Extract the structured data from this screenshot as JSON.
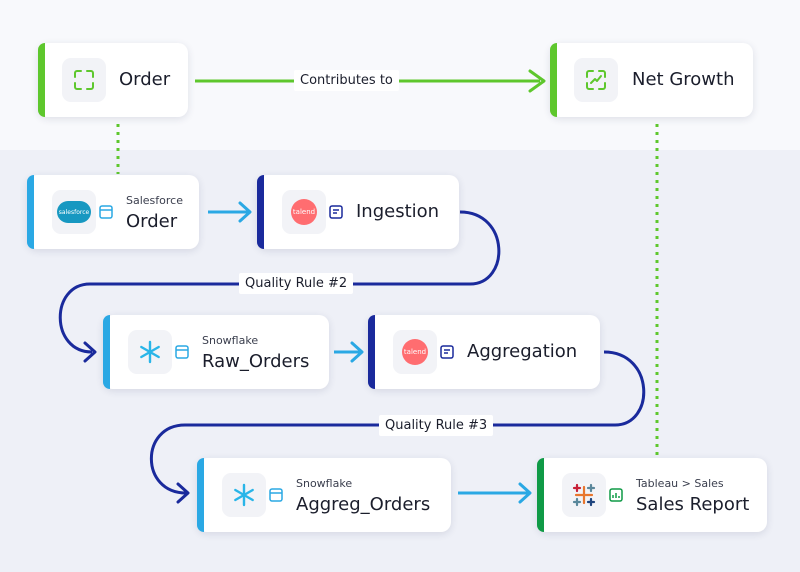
{
  "colors": {
    "green": "#5ec72d",
    "blue": "#2aa8e4",
    "navy": "#1a2a9c",
    "dark_green": "#0f9a46",
    "talend": "#ff6d70",
    "salesforce": "#1798c1"
  },
  "nodes": {
    "order_metric": {
      "title": "Order",
      "icon": "metric-bracket-icon"
    },
    "net_growth": {
      "title": "Net Growth",
      "icon": "growth-line-icon"
    },
    "salesforce_order": {
      "subtitle": "Salesforce",
      "title": "Order",
      "icon": "salesforce-icon",
      "icon_label": "salesforce"
    },
    "ingestion": {
      "title": "Ingestion",
      "icon": "talend-icon",
      "icon_label": "talend"
    },
    "raw_orders": {
      "subtitle": "Snowflake",
      "title": "Raw_Orders",
      "icon": "snowflake-icon"
    },
    "aggregation": {
      "title": "Aggregation",
      "icon": "talend-icon",
      "icon_label": "talend"
    },
    "aggreg_orders": {
      "subtitle": "Snowflake",
      "title": "Aggreg_Orders",
      "icon": "snowflake-icon"
    },
    "sales_report": {
      "subtitle": "Tableau > Sales",
      "title": "Sales Report",
      "icon": "tableau-icon"
    }
  },
  "edges": {
    "contributes": "Contributes to",
    "quality_rule_2": "Quality Rule #2",
    "quality_rule_3": "Quality Rule #3"
  }
}
